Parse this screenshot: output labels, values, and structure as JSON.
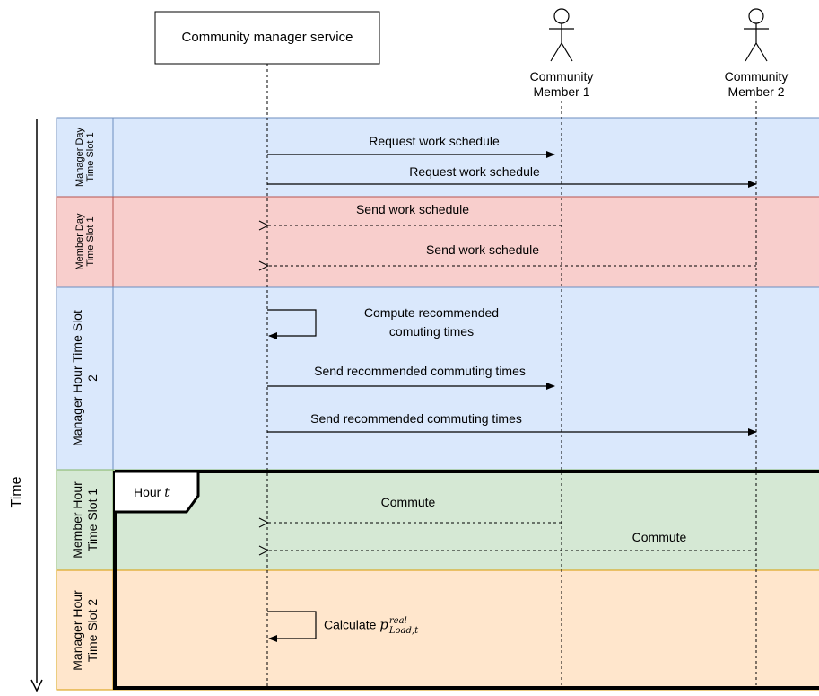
{
  "participants": {
    "service": "Community manager service",
    "member1": "Community\nMember 1",
    "member2": "Community\nMember 2"
  },
  "time_label": "Time",
  "lanes": [
    {
      "label": "Manager Day\nTime Slot 1",
      "color": "#dae8fc",
      "border": "#6c8ebf"
    },
    {
      "label": "Member Day\nTime Slot 1",
      "color": "#f8cecc",
      "border": "#b85450"
    },
    {
      "label": "Manager Hour Time Slot\n2",
      "color": "#dae8fc",
      "border": "#6c8ebf"
    },
    {
      "label": "Member Hour\nTime Slot 1",
      "color": "#d5e8d4",
      "border": "#82b366"
    },
    {
      "label": "Manager Hour\nTime Slot 2",
      "color": "#ffe6cc",
      "border": "#d79b00"
    }
  ],
  "hour_frame": {
    "label": "Hour",
    "variable": "t"
  },
  "messages": {
    "m1": "Request work schedule",
    "m2": "Request work schedule",
    "m3": "Send work schedule",
    "m4": "Send work schedule",
    "m5_line1": "Compute recommended",
    "m5_line2": "comuting times",
    "m6": "Send recommended commuting times",
    "m7": "Send recommended commuting times",
    "m8": "Commute",
    "m9": "Commute",
    "m10_prefix": "Calculate",
    "m10_symbol": "p",
    "m10_sup": "real",
    "m10_sub": "Load,t"
  }
}
